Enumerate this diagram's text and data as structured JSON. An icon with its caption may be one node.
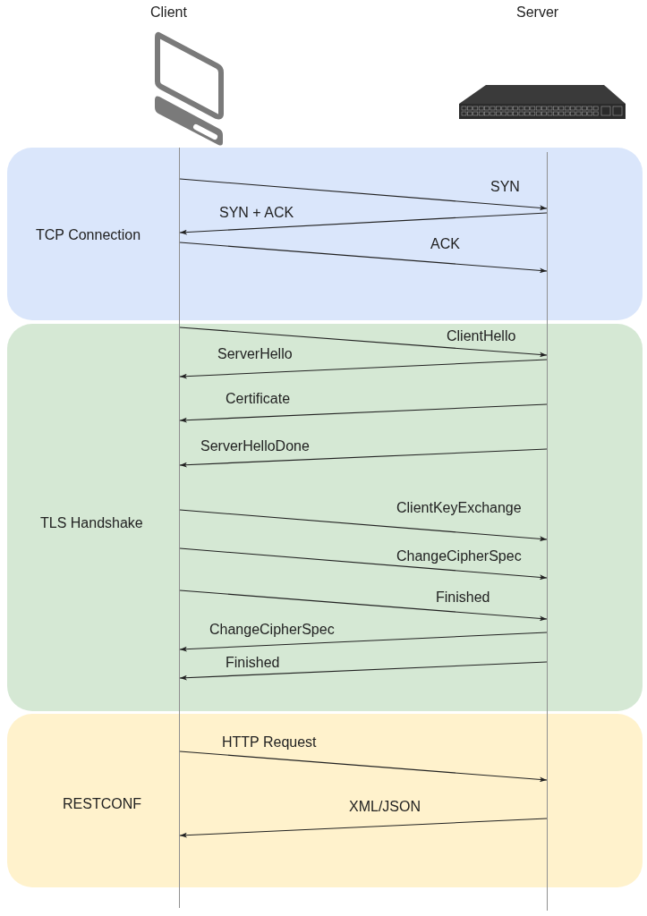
{
  "diagram": {
    "nodes": [
      {
        "text": [
          "TCP Connection"
        ]
      },
      {
        "text": [],
        "shape": "line",
        "in": 0
      },
      {
        "text": [],
        "shape": "line",
        "in": 0
      },
      {
        "text": [
          "TLS Handshake"
        ]
      },
      {
        "text": [],
        "shape": "line",
        "in": 3
      },
      {
        "text": [],
        "shape": "line",
        "in": 3
      },
      {
        "text": [
          "RESTCONF"
        ]
      },
      {
        "text": [],
        "shape": "line",
        "in": 6
      },
      {
        "text": [],
        "shape": "line",
        "in": 6
      }
    ],
    "edges": [
      {
        "from": 1,
        "to": 2,
        "arrow": "to",
        "label": "SYN"
      },
      {
        "from": 2,
        "to": 1,
        "arrow": "to",
        "label": "SYN + ACK"
      },
      {
        "from": 1,
        "to": 2,
        "arrow": "to",
        "label": "ACK"
      },
      {
        "from": 4,
        "to": 5,
        "arrow": "to",
        "label": "ClientHello"
      },
      {
        "from": 5,
        "to": 4,
        "arrow": "to",
        "label": "ServerHello"
      },
      {
        "from": 5,
        "to": 4,
        "arrow": "to",
        "label": "Certificate"
      },
      {
        "from": 5,
        "to": 4,
        "arrow": "to",
        "label": "ServerHelloDone"
      },
      {
        "from": 4,
        "to": 5,
        "arrow": "to",
        "label": "ClientKeyExchange"
      },
      {
        "from": 4,
        "to": 5,
        "arrow": "to",
        "label": "ChangeCipherSpec"
      },
      {
        "from": 4,
        "to": 5,
        "arrow": "to",
        "label": "Finished"
      },
      {
        "from": 5,
        "to": 4,
        "arrow": "to",
        "label": "ChangeCipherSpec"
      },
      {
        "from": 5,
        "to": 4,
        "arrow": "to",
        "label": "Finished"
      },
      {
        "from": 7,
        "to": 8,
        "arrow": "to",
        "label": "HTTP Request"
      },
      {
        "from": 8,
        "to": 7,
        "arrow": "to",
        "label": "XML/JSON"
      }
    ],
    "labels": [
      "Client",
      "Server"
    ]
  }
}
